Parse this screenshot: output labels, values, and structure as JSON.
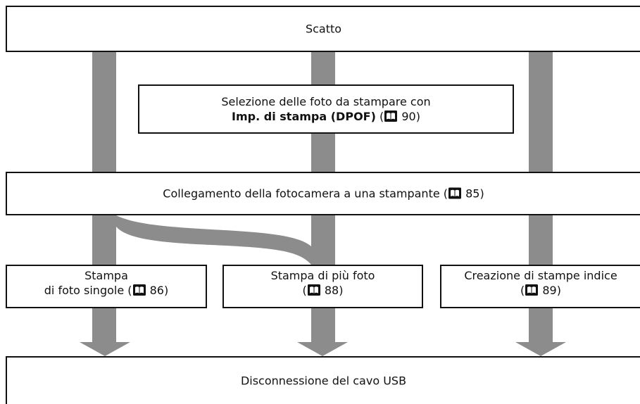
{
  "diagram": {
    "arrow_color": "#8c8c8c",
    "border_color": "#111111",
    "reference_icon": "book-reference-icon",
    "steps": {
      "scatto": {
        "label": "Scatto"
      },
      "selezione": {
        "line1": "Selezione delle foto da stampare con",
        "bold": "Imp. di stampa (DPOF)",
        "ref_open": " (",
        "ref_page": "90",
        "ref_close": ")"
      },
      "collegamento": {
        "label": "Collegamento della fotocamera a una stampante (",
        "ref_page": "85",
        "ref_close": ")"
      },
      "singole": {
        "line1": "Stampa",
        "line2": "di foto singole (",
        "ref_page": "86",
        "ref_close": ")"
      },
      "piu": {
        "line1": "Stampa di più foto",
        "ref_open": "(",
        "ref_page": "88",
        "ref_close": ")"
      },
      "indice": {
        "line1": "Creazione di stampe indice",
        "ref_open": "(",
        "ref_page": "89",
        "ref_close": ")"
      },
      "disconnessione": {
        "label": "Disconnessione del cavo USB"
      }
    }
  }
}
